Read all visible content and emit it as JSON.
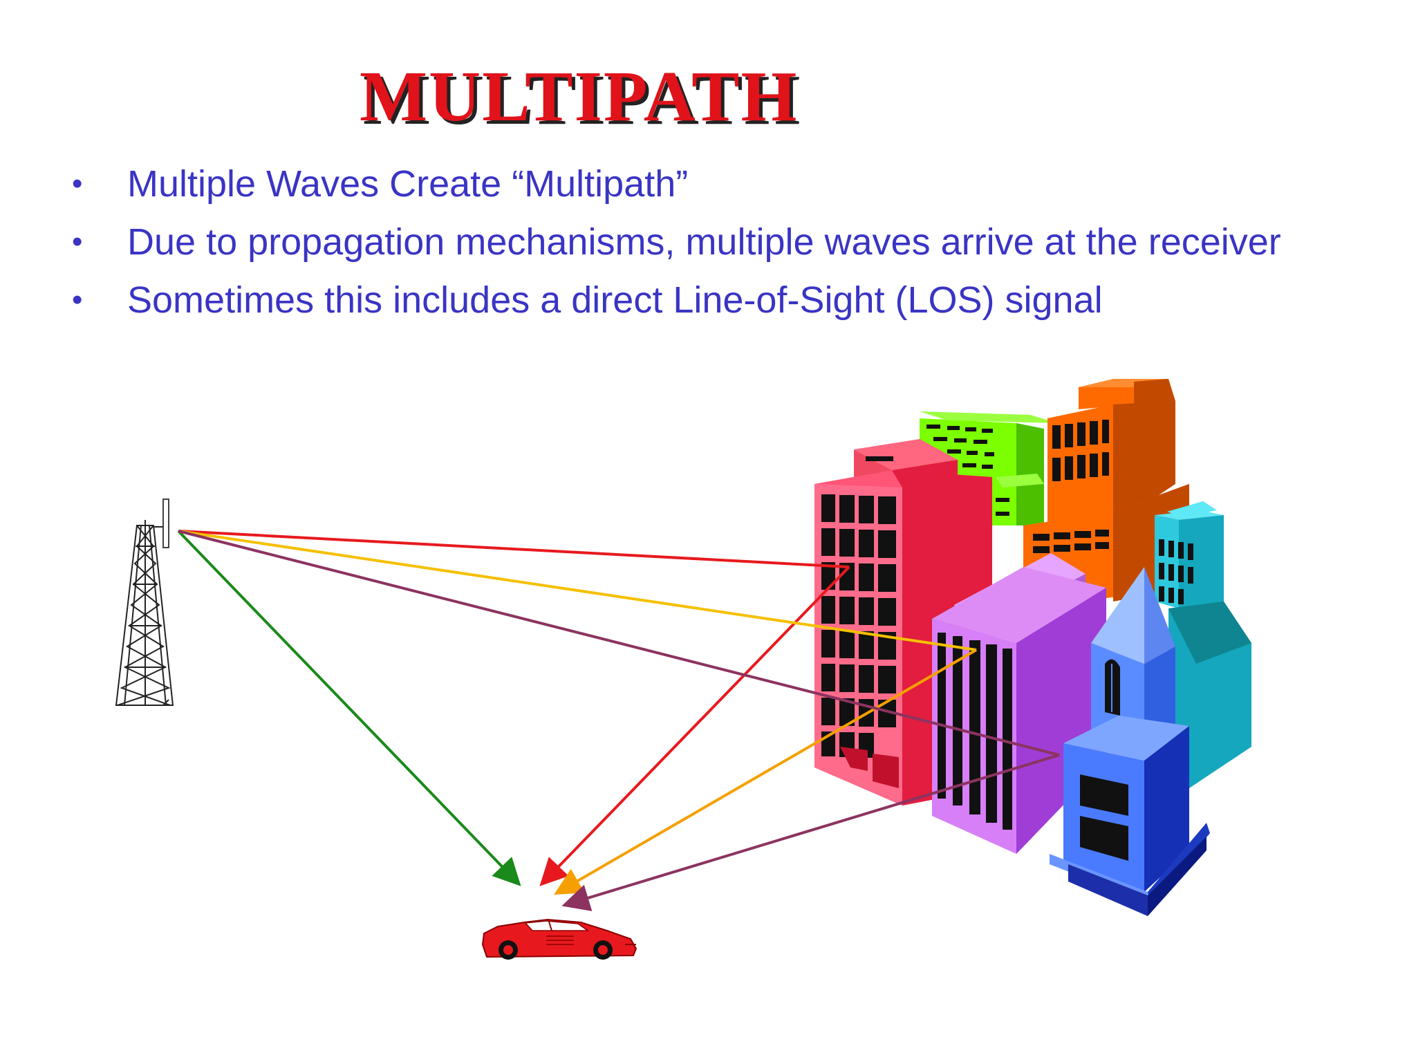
{
  "slide": {
    "title": "MULTIPATH",
    "bullets": [
      "Multiple Waves Create “Multipath”",
      "Due to propagation mechanisms, multiple waves arrive at the receiver",
      "Sometimes this includes a direct Line-of-Sight (LOS) signal"
    ],
    "bullet_glyph": "•"
  },
  "diagram": {
    "transmitter": "antenna-tower",
    "receiver": "red-car",
    "reflectors": [
      "pink-building",
      "green-building",
      "orange-building",
      "purple-building",
      "cyan-building",
      "blue-steeple-building"
    ],
    "paths": [
      {
        "name": "los-path",
        "color": "#1a8a1a"
      },
      {
        "name": "red-reflection",
        "color": "#e8191e"
      },
      {
        "name": "yellow-reflection",
        "color": "#f5b400"
      },
      {
        "name": "maroon-reflection",
        "color": "#8c3360"
      }
    ]
  },
  "colors": {
    "title": "#e0121a",
    "title_shadow": "#222222",
    "text": "#3a34c4"
  }
}
